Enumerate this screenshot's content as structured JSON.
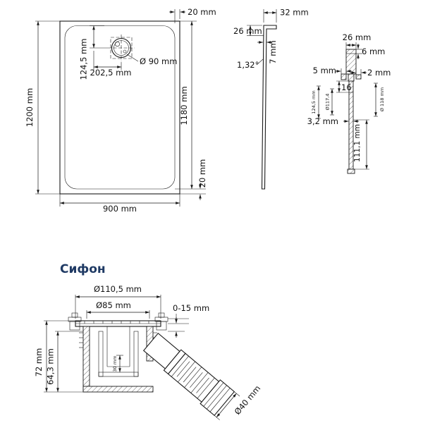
{
  "colors": {
    "line": "#1a1a1a",
    "heading": "#1f3a64"
  },
  "tray_view": {
    "height": "1200 mm",
    "width": "900 mm",
    "rim_top": "20 mm",
    "drain_offset_y": "124,5 mm",
    "drain_offset_x": "202,5 mm",
    "drain_diameter": "Ø 90 mm",
    "inner_height": "1180 mm",
    "rim_bottom": "20 mm"
  },
  "profile_view": {
    "top_width": "32 mm",
    "edge_height": "26 mm",
    "wall_thickness": "7 mm",
    "slope_angle": "1,32°"
  },
  "detail_view": {
    "edge_width": "26 mm",
    "layer_thickness": "6 mm",
    "step_left": "5 mm",
    "step_right": "2 mm",
    "depth_16": "16",
    "dim_124_5": "124,5 mm",
    "dia_117_4": "Ø117,4",
    "dia_118": "Ø 118 mm",
    "wall_3_2": "3,2 mm",
    "length_111_1": "111,1 mm"
  },
  "siphon": {
    "heading": "Сифон",
    "dia_flange": "Ø110,5 mm",
    "dia_body": "Ø85 mm",
    "adjust_range": "0-15 mm",
    "height_total": "72 mm",
    "height_body": "64,3 mm",
    "depth_water_seal": "30 mm",
    "dia_outlet": "Ø40 mm"
  }
}
